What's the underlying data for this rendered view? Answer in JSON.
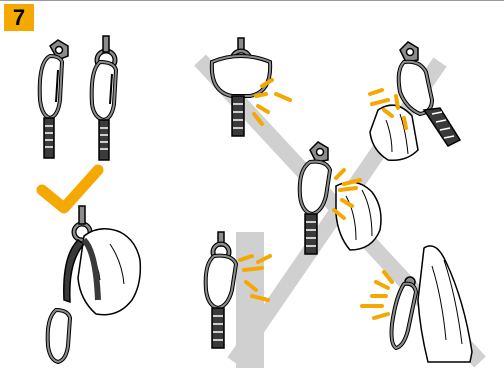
{
  "step": {
    "number": "7"
  },
  "colors": {
    "accent": "#f5a800",
    "forbidden": "#d0d0d0",
    "line": "#000000",
    "metal": "#8c8c8c",
    "sling": "#3a3a3a"
  },
  "panels": [
    {
      "id": "correct-carabiner-on-hanger",
      "verdict": "correct"
    },
    {
      "id": "correct-carabiner-through-ring",
      "verdict": "correct"
    },
    {
      "id": "correct-sling-over-rock",
      "verdict": "correct"
    },
    {
      "id": "wrong-ring-loaded-on-gate",
      "verdict": "incorrect"
    },
    {
      "id": "wrong-carabiner-against-rock-nose",
      "verdict": "incorrect"
    },
    {
      "id": "wrong-carabiner-pressed-on-edge",
      "verdict": "incorrect"
    },
    {
      "id": "wrong-carabiner-against-wall",
      "verdict": "incorrect"
    },
    {
      "id": "wrong-carabiner-flat-on-rock",
      "verdict": "incorrect"
    }
  ],
  "icons": {
    "correct": "check-mark-icon",
    "incorrect": "x-cross-icon",
    "impact": "impact-lines-icon"
  }
}
